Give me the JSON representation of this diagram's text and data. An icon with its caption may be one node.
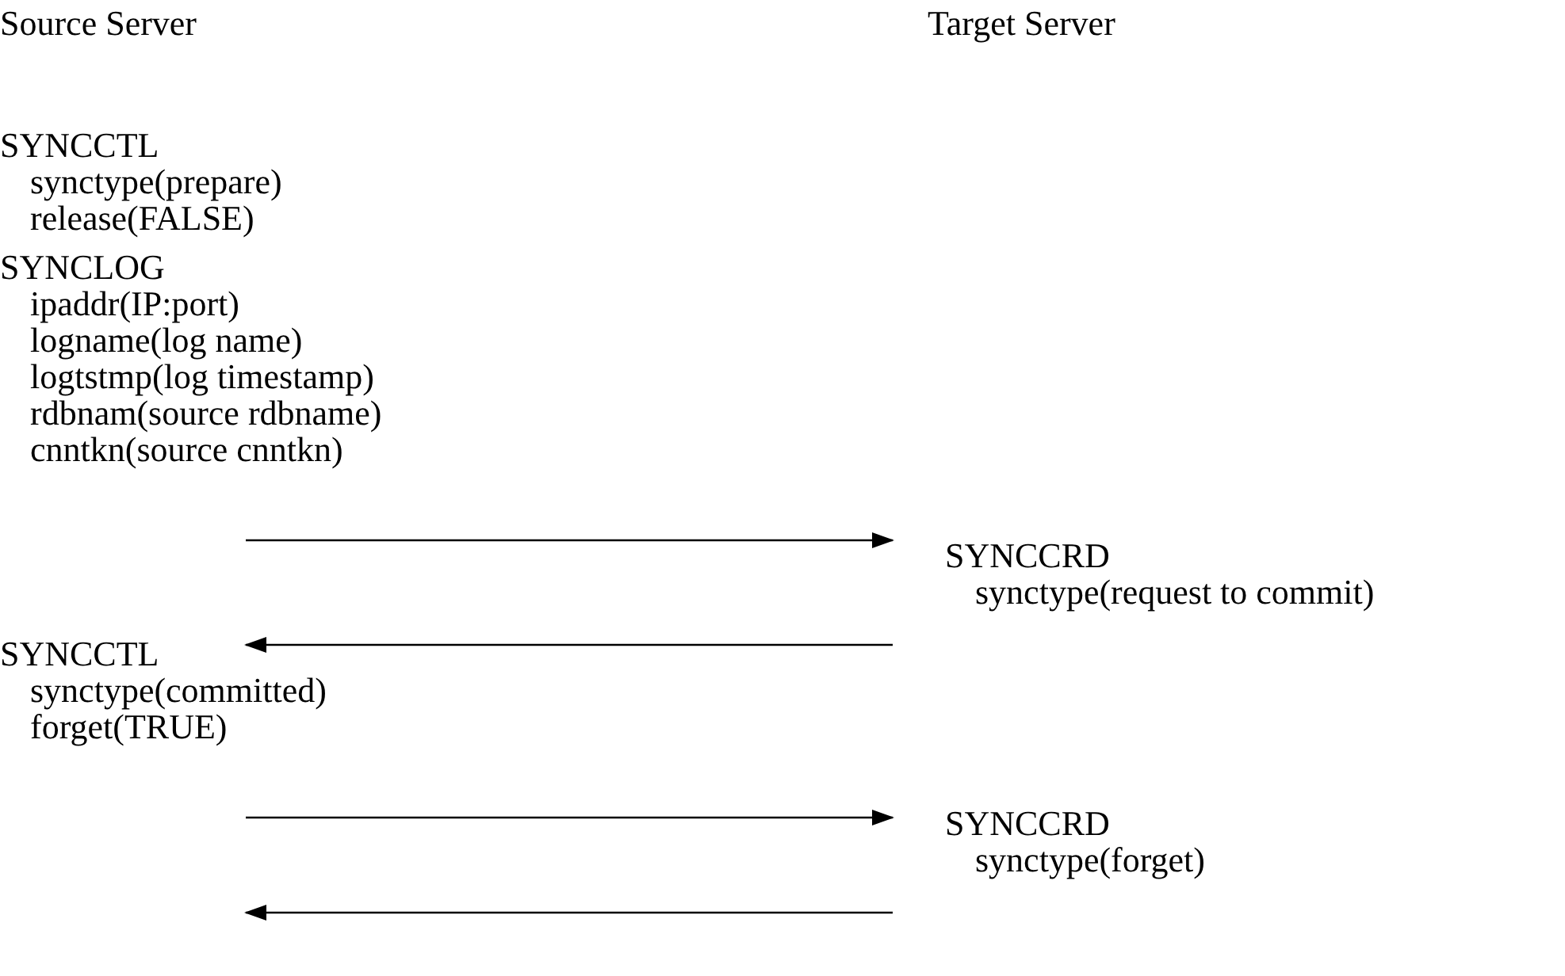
{
  "diagram": {
    "nodes": [
      {
        "text": [
          "SYNCCTL",
          "synctype(prepare)",
          "release(FALSE)"
        ]
      },
      {
        "text": [
          "SYNCLOG",
          "ipaddr(IP:port)",
          "logname(log name)",
          "logtstmp(log timestamp)",
          "rdbnam(source rdbname)",
          "cnntkn(source cnntkn)"
        ]
      },
      {
        "text": [
          "SYNCCRD",
          "synctype(request to commit)"
        ]
      },
      {
        "text": [
          "SYNCCTL",
          "synctype(committed)",
          "forget(TRUE)"
        ]
      },
      {
        "text": [
          "SYNCCRD",
          "synctype(forget)"
        ]
      }
    ],
    "edges": [
      {
        "from": 1,
        "to": 2,
        "arrow": "to"
      },
      {
        "from": 2,
        "to": 3,
        "arrow": "to"
      },
      {
        "from": 3,
        "to": 4,
        "arrow": "to"
      },
      {
        "from": 4,
        "to": null,
        "arrow": "to"
      }
    ],
    "labels": [
      "Source Server",
      "Target Server"
    ]
  }
}
